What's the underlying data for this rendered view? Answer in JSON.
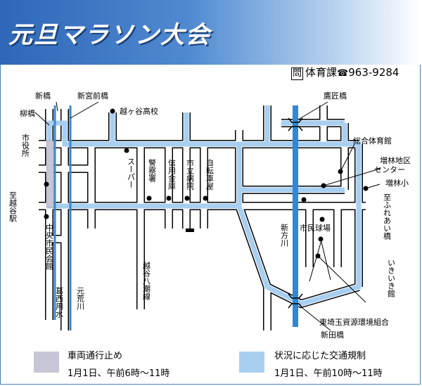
{
  "header": {
    "title": "元旦マラソン大会",
    "contact_icon": "問",
    "department": "体育課",
    "phone_icon": "telephone-icon",
    "phone": "963-9284"
  },
  "colors": {
    "banner": "#3a74c4",
    "route": "#a8cff0",
    "closure": "#c6c6d6",
    "river": "#2f88d8",
    "road": "#ffffff",
    "outline": "#000000"
  },
  "labels": {
    "shinbashi": "新橋",
    "shinmiyamae": "新宮前橋",
    "koshigaya_hs": "越ヶ谷高校",
    "yanagibashi": "柳橋",
    "city_hall": "市役所",
    "to_koshigaya": "至越谷駅",
    "chuo_hall": "中央市民会館",
    "kasai_canal": "葛西用水",
    "motoarakawa": "元荒川",
    "super": "スーパー",
    "police": "警察署",
    "shinkin": "信用金庫",
    "hospital": "市立病院",
    "bicycle": "自転車屋",
    "yashio_line": "越谷八潮線",
    "takajo": "鷹匠橋",
    "gymnasium": "総合体育館",
    "masubayashi_center": "増林地区センター",
    "masubayashi_school": "増林小",
    "fureai": "至ふれあい橋",
    "shinkata": "新方川",
    "ballpark": "市民球場",
    "ikiiki": "いきいき館",
    "kankyo": "東埼玉資源環境組合",
    "shinden": "新田橋"
  },
  "legend": {
    "closure_title": "車両通行止め",
    "closure_time": "1月1日、午前6時～11時",
    "regulation_title": "状況に応じた交通規制",
    "regulation_time": "1月1日、午前10時～11時"
  }
}
